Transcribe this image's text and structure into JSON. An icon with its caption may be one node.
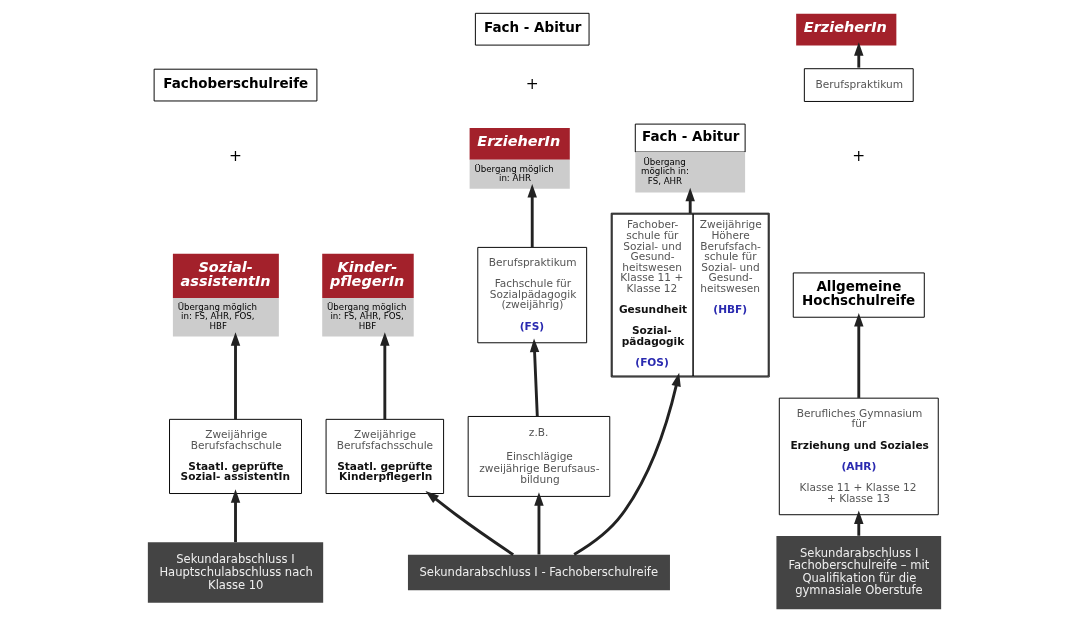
{
  "diagram": {
    "nodes": [
      {
        "text": [
          "Fachoberschulreife"
        ]
      },
      {
        "text": [
          "Sozial- assistentIn",
          "Übergang möglich in: FS, AHR, FOS, HBF"
        ]
      },
      {
        "text": [
          "Zweijährige Berufsfachschule",
          "Staatl. geprüfte Sozial- assistentIn"
        ]
      },
      {
        "text": [
          "Sekundarabschluss I Hauptschulabschluss nach Klasse 10"
        ]
      },
      {
        "text": [
          "Kinder- pflegerIn",
          "Übergang möglich in: FS, AHR, FOS, HBF"
        ]
      },
      {
        "text": [
          "Zweijährige Berufsfachsschule",
          "Staatl. geprüfte KinderpflegerIn"
        ]
      },
      {
        "text": [
          "Sekundarabschluss I - Fachoberschulreife"
        ]
      },
      {
        "text": [
          "Fach - Abitur"
        ]
      },
      {
        "text": [
          "ErzieherIn",
          "Übergang möglich in: AHR"
        ]
      },
      {
        "text": [
          "Berufspraktikum",
          "Fachschule für Sozialpädagogik (zweijährig)",
          "(FS)"
        ]
      },
      {
        "text": [
          "z.B.",
          "Einschlägige zweijährige Berufsaus- bildung"
        ]
      },
      {
        "text": [
          "Fach - Abitur",
          "Übergang möglich in: FS, AHR"
        ]
      },
      {
        "text": [
          "Fachober- schule für Sozial- und Gesund- heitswesen Klasse 11 + Klasse 12",
          "Gesundheit",
          "Sozial- pädagogik",
          "(FOS)",
          "Zweijährige Höhere Berufsfach- schule für Sozial- und Gesund- heitswesen",
          "(HBF)"
        ]
      },
      {
        "text": [
          "ErzieherIn"
        ]
      },
      {
        "text": [
          "Berufspraktikum"
        ]
      },
      {
        "text": [
          "Allgemeine Hochschulreife"
        ]
      },
      {
        "text": [
          "Berufliches Gymnasium für",
          "Erziehung und Soziales",
          "(AHR)",
          "Klasse 11 + Klasse 12 + Klasse 13"
        ]
      },
      {
        "text": [
          "Sekundarabschluss I Fachoberschulreife – mit Qualifikation für die gymnasiale Oberstufe"
        ]
      }
    ],
    "edges": [
      {
        "from": 3,
        "to": 2,
        "arrow": "to"
      },
      {
        "from": 2,
        "to": 1,
        "arrow": "to"
      },
      {
        "from": 6,
        "to": 5,
        "arrow": "to"
      },
      {
        "from": 5,
        "to": 4,
        "arrow": "to"
      },
      {
        "from": 6,
        "to": 10,
        "arrow": "to"
      },
      {
        "from": 10,
        "to": 9,
        "arrow": "to"
      },
      {
        "from": 9,
        "to": 8,
        "arrow": "to"
      },
      {
        "from": 6,
        "to": 12,
        "arrow": "to"
      },
      {
        "from": 12,
        "to": 11,
        "arrow": "to"
      },
      {
        "from": 17,
        "to": 16,
        "arrow": "to"
      },
      {
        "from": 16,
        "to": 15,
        "arrow": "to"
      },
      {
        "from": 14,
        "to": 13,
        "arrow": "to"
      }
    ],
    "labels": [
      "+",
      "+",
      "+"
    ]
  }
}
